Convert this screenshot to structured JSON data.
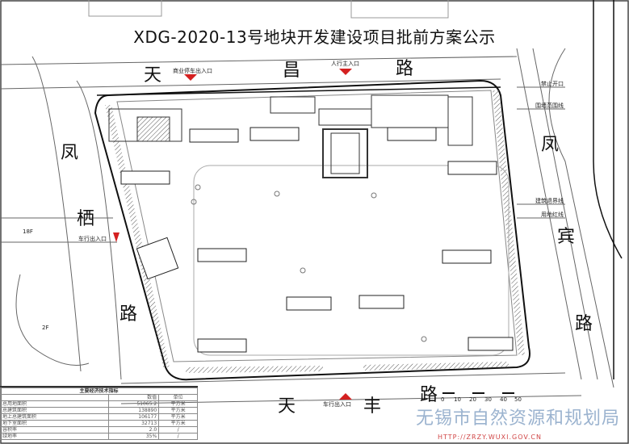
{
  "title": "XDG-2020-13号地块开发建设项目批前方案公示",
  "roads": {
    "north": [
      "天",
      "昌",
      "路"
    ],
    "west": [
      "凤",
      "栖",
      "路"
    ],
    "east": [
      "凤",
      "宾",
      "路"
    ],
    "south": [
      "天",
      "丰",
      "路"
    ]
  },
  "annotations": {
    "commercial_parking_entrance": "商业停车出入口",
    "pedestrian_main_entrance": "人行主入口",
    "vehicle_entrance_west": "车行出入口",
    "vehicle_entrance_south": "车行出入口",
    "no_opening": "禁止开口",
    "wall_range": "围墙范围线",
    "building_setback_line": "建筑退界线",
    "land_red_line": "用地红线",
    "building_18f": "18F",
    "building_2f": "2F"
  },
  "scale_bar": {
    "ticks": [
      "0",
      "10",
      "20",
      "30",
      "40",
      "50"
    ]
  },
  "indicators_table": {
    "caption": "主要经济技术指标",
    "headers": [
      "",
      "数值",
      "单位"
    ],
    "rows": [
      [
        "总用地面积",
        "51065.2",
        "平方米"
      ],
      [
        "总建筑面积",
        "138890",
        "平方米"
      ],
      [
        "地上总建筑面积",
        "106177",
        "平方米"
      ],
      [
        "地下室面积",
        "32713",
        "平方米"
      ],
      [
        "容积率",
        "2.0",
        "/"
      ],
      [
        "绿地率",
        "35%",
        "/"
      ]
    ]
  },
  "watermark": {
    "text": "无锡市自然资源和规划局",
    "url": "HTTP://ZRZY.WUXI.GOV.CN"
  },
  "colors": {
    "entrance_marker": "#d42020",
    "watermark": "#9bb3cf"
  }
}
